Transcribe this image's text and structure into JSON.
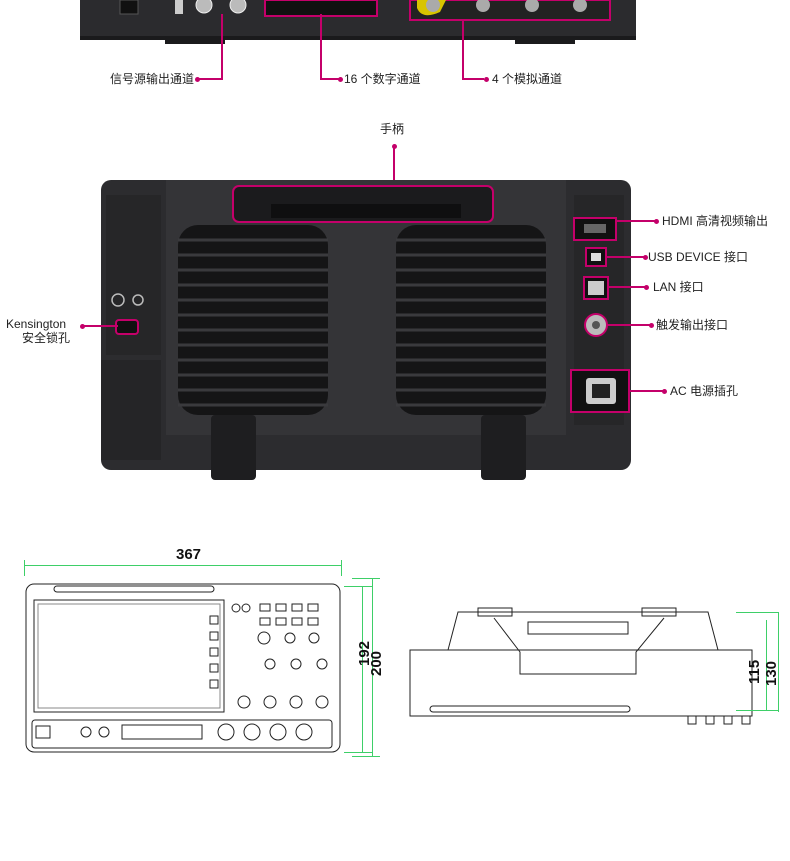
{
  "top_labels": {
    "signal_output": "信号源输出通道",
    "digital_channels": "16 个数字通道",
    "analog_channels": "4 个模拟通道"
  },
  "rear_labels": {
    "handle": "手柄",
    "hdmi": "HDMI 高清视频输出",
    "usb_device": "USB DEVICE 接口",
    "lan": "LAN 接口",
    "trigger_out": "触发输出接口",
    "ac_power": "AC 电源插孔",
    "kensington_line1": "Kensington",
    "kensington_line2": "安全锁孔"
  },
  "dimensions": {
    "width": "367",
    "inner_height": "192",
    "outer_height": "200",
    "depth_inner": "115",
    "depth_outer": "130"
  },
  "colors": {
    "accent": "#c4006a",
    "dimension_line": "#3ecf68",
    "device_body": "#2a2a2c"
  }
}
